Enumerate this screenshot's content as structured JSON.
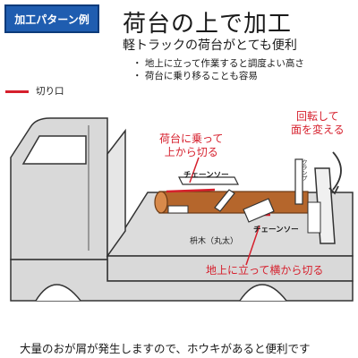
{
  "tag": "加工パターン例",
  "title": "荷台の上で加工",
  "subtitle": "軽トラックの荷台がとても便利",
  "bullets": [
    "地上に立って作業すると調度よい高さ",
    "荷台に乗り移ることも容易"
  ],
  "legend": {
    "label": "切り口",
    "color": "#d61f2c"
  },
  "annotations": {
    "on_bed": [
      "荷台に乗って",
      "上から切る"
    ],
    "rotate": [
      "回転して",
      "面を変える"
    ],
    "from_ground": "地上に立って横から切る"
  },
  "labels": {
    "chainsaw_top": "チェーンソー",
    "chainsaw_side": "チェーンソー",
    "log": "枡木（丸太）",
    "clamp": "クランプ"
  },
  "footer": "大量のおが屑が発生しますので、ホウキがあると便利です",
  "colors": {
    "accent_red": "#d61f2c",
    "tag_blue": "#1f5db0",
    "truck_gray": "#d9d9d9",
    "log_brown": "#b5662c"
  }
}
